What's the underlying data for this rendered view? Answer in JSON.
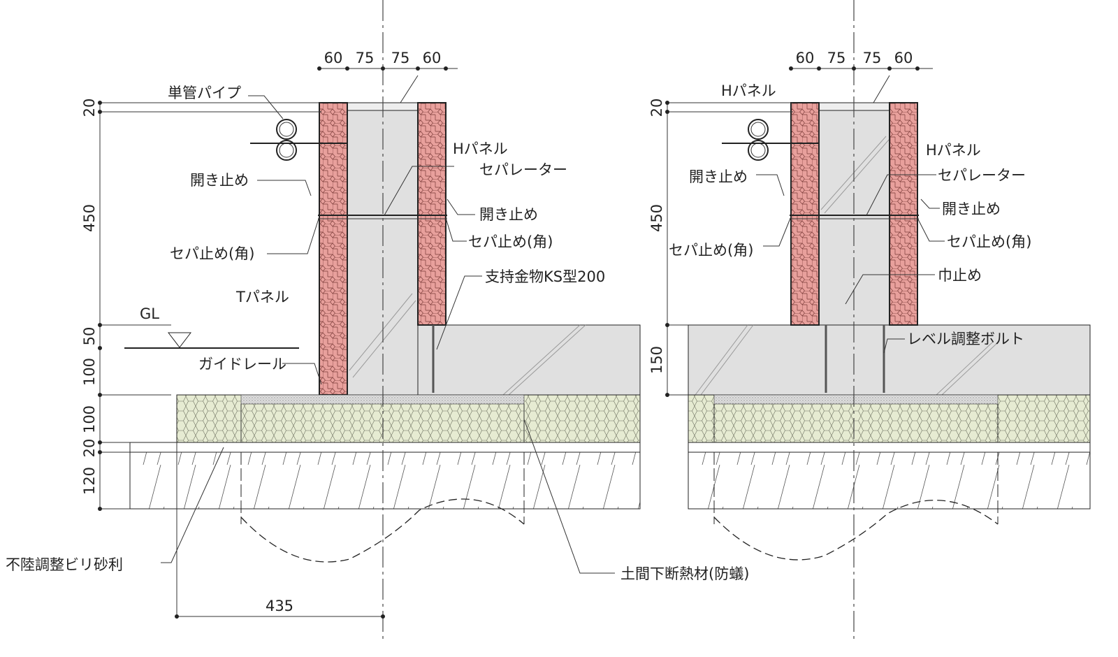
{
  "left_section": {
    "top_dims": [
      "60",
      "75",
      "75",
      "60"
    ],
    "side_dims": [
      "20",
      "450",
      "50",
      "100",
      "100",
      "20",
      "120"
    ],
    "bottom_dim": "435",
    "labels": {
      "single_pipe": "単管パイプ",
      "open_stop_left": "開き止め",
      "sepa_stop_left": "セパ止め(角)",
      "t_panel": "Tパネル",
      "gl": "GL",
      "guide_rail": "ガイドレール",
      "gravel": "不陸調整ビリ砂利",
      "h_panel": "Hパネル",
      "separator": "セパレーター",
      "open_stop_right": "開き止め",
      "sepa_stop_right": "セパ止め(角)",
      "support": "支持金物KS型200",
      "insulation": "土間下断熱材(防蟻)"
    }
  },
  "right_section": {
    "top_dims": [
      "60",
      "75",
      "75",
      "60"
    ],
    "side_dims": [
      "20",
      "450",
      "150"
    ],
    "labels": {
      "h_panel_top": "Hパネル",
      "open_stop_left": "開き止め",
      "sepa_stop_left": "セパ止め(角)",
      "h_panel": "Hパネル",
      "separator": "セパレーター",
      "open_stop_right": "開き止め",
      "sepa_stop_right": "セパ止め(角)",
      "width_stop": "巾止め",
      "level_bolt": "レベル調整ボルト"
    }
  },
  "colors": {
    "panel": "#e8a09c",
    "insulation": "#e6ebd2",
    "concrete": "#e0e0e0"
  }
}
